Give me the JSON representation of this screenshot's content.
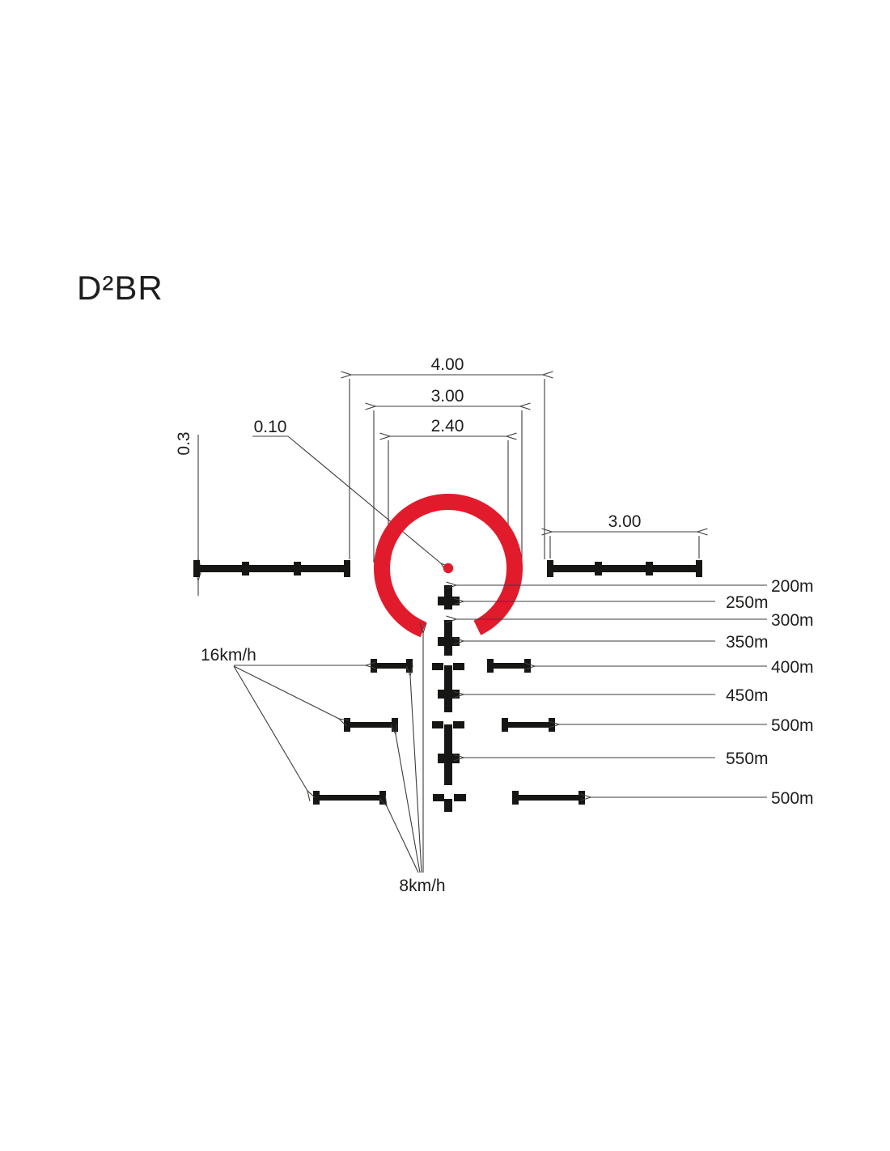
{
  "title": "D²BR",
  "dimensions": {
    "outer_gap": "4.00",
    "ring_outer_diameter": "3.00",
    "ring_inner_diameter": "2.40",
    "center_dot_size": "0.10",
    "bar_thickness": "0.3",
    "side_bar_length": "3.00"
  },
  "range_labels": [
    "200m",
    "250m",
    "300m",
    "350m",
    "400m",
    "450m",
    "500m",
    "550m",
    "500m"
  ],
  "wind_labels": {
    "fast": "16km/h",
    "slow": "8km/h"
  },
  "colors": {
    "reticle_red": "#e21b2c",
    "reticle_black": "#161615",
    "annotation_line": "#3c3c3b"
  }
}
